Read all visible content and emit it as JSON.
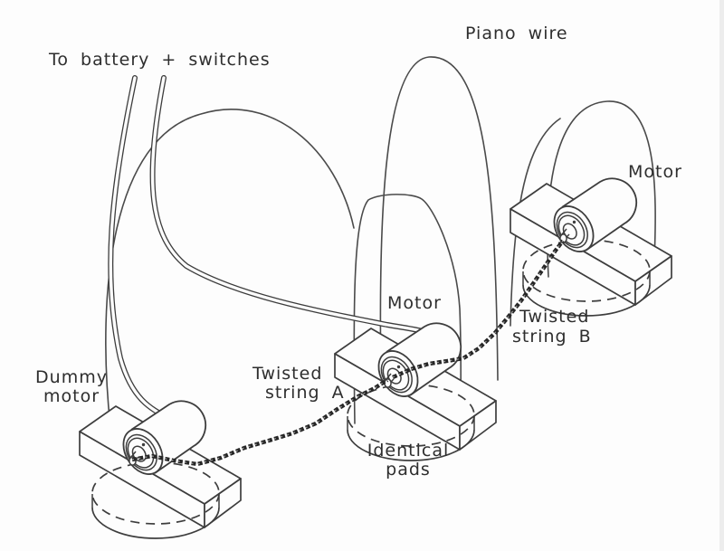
{
  "figure": {
    "type": "technical-line-drawing",
    "description": "Three motor stations on pads coupled by piano-wire arches and twisted strings",
    "colors": {
      "background": "#fdfdfd",
      "ink": "#3d3d3d",
      "text": "#2e2e2e"
    }
  },
  "labels": {
    "battery_switches": "To battery + switches",
    "piano_wire": "Piano wire",
    "motor_right": "Motor",
    "motor_center": "Motor",
    "dummy_motor": {
      "line1": "Dummy",
      "line2": "motor"
    },
    "twisted_string_a": {
      "line1": "Twisted",
      "line2": "string A"
    },
    "twisted_string_b": {
      "line1": "Twisted",
      "line2": "string B"
    },
    "identical_pads": {
      "line1": "Identical",
      "line2": "pads"
    }
  },
  "components": {
    "stations": [
      {
        "name": "dummy-motor-station"
      },
      {
        "name": "center-motor-station"
      },
      {
        "name": "right-motor-station"
      }
    ],
    "wires": "battery wire pairs",
    "arches": "piano wire arches",
    "strings": [
      "twisted string A",
      "twisted string B"
    ]
  }
}
